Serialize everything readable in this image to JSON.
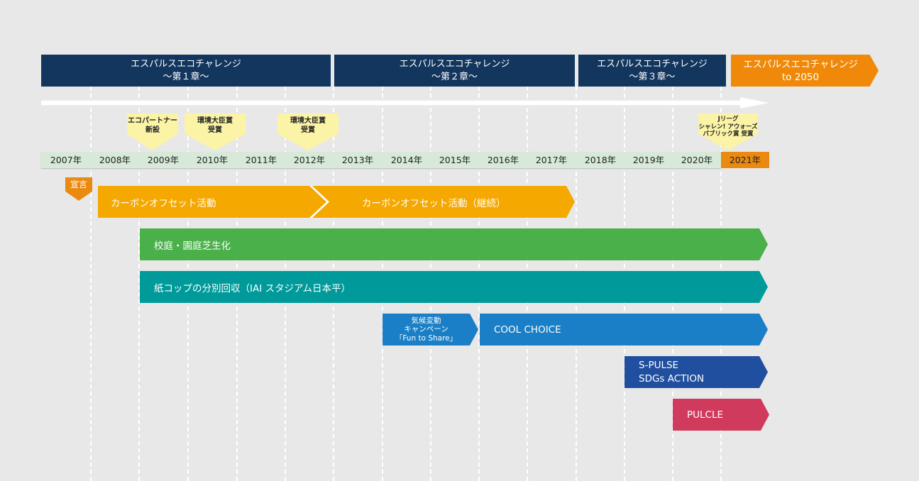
{
  "chapters": [
    {
      "title": "エスパルスエコチャレンジ",
      "sub": "～第１章～"
    },
    {
      "title": "エスパルスエコチャレンジ",
      "sub": "～第２章～"
    },
    {
      "title": "エスパルスエコチャレンジ",
      "sub": "～第３章～"
    },
    {
      "title": "エスパルスエコチャレンジ",
      "sub": "to 2050"
    }
  ],
  "callouts": [
    {
      "l1": "エコパートナー",
      "l2": "新設"
    },
    {
      "l1": "環境大臣賞",
      "l2": "受賞"
    },
    {
      "l1": "環境大臣賞",
      "l2": "受賞"
    },
    {
      "l1": "Jリーグ",
      "l2": "シャレン! アウォーズ",
      "l3": "パブリック賞 受賞"
    }
  ],
  "years": [
    "2007年",
    "2008年",
    "2009年",
    "2010年",
    "2011年",
    "2012年",
    "2013年",
    "2014年",
    "2015年",
    "2016年",
    "2017年",
    "2018年",
    "2019年",
    "2020年",
    "2021年"
  ],
  "declaration": "宣言",
  "activities": {
    "carbon1": "カーボンオフセット活動",
    "carbon2": "カーボンオフセット活動（継続）",
    "turf": "校庭・園庭芝生化",
    "cups": "紙コップの分別回収（IAI スタジアム日本平）",
    "fun1": "気候変動",
    "fun2": "キャンペーン",
    "fun3": "「Fun to Share」",
    "cool": "COOL CHOICE",
    "spulse1": "S-PULSE",
    "spulse2": "SDGs ACTION",
    "pulcle": "PULCLE"
  },
  "colors": {
    "navy": "#13365e",
    "orange": "#f0890a",
    "carbon": "#f5a800",
    "green": "#4ab04a",
    "teal": "#009a9a",
    "blue": "#1a7fc6",
    "darkblue": "#1f4f9e",
    "red": "#d03a5c"
  }
}
